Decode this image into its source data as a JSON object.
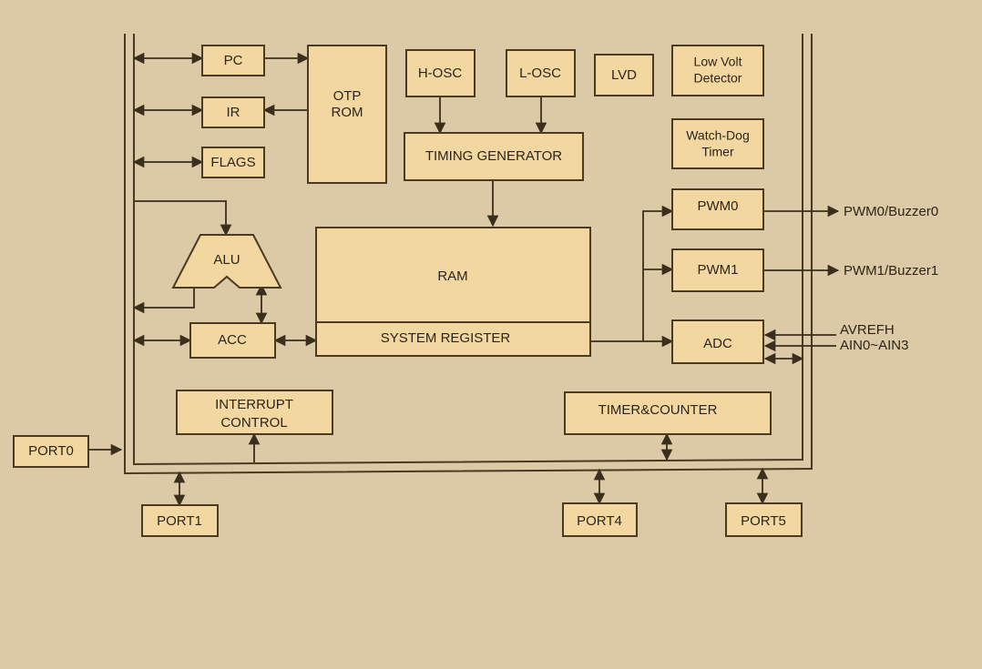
{
  "blocks": {
    "pc": "PC",
    "ir": "IR",
    "flags": "FLAGS",
    "otp_rom_line1": "OTP",
    "otp_rom_line2": "ROM",
    "h_osc": "H-OSC",
    "l_osc": "L-OSC",
    "lvd": "LVD",
    "low_volt_line1": "Low Volt",
    "low_volt_line2": "Detector",
    "timing_generator": "TIMING GENERATOR",
    "watchdog_line1": "Watch-Dog",
    "watchdog_line2": "Timer",
    "alu": "ALU",
    "ram": "RAM",
    "system_register": "SYSTEM REGISTER",
    "acc": "ACC",
    "pwm0": "PWM0",
    "pwm1": "PWM1",
    "adc": "ADC",
    "interrupt_line1": "INTERRUPT",
    "interrupt_line2": "CONTROL",
    "timer_counter": "TIMER&COUNTER"
  },
  "ports": {
    "port0": "PORT0",
    "port1": "PORT1",
    "port4": "PORT4",
    "port5": "PORT5"
  },
  "signals": {
    "pwm0_out": "PWM0/Buzzer0",
    "pwm1_out": "PWM1/Buzzer1",
    "avrefh": "AVREFH",
    "ain": "AIN0~AIN3"
  }
}
